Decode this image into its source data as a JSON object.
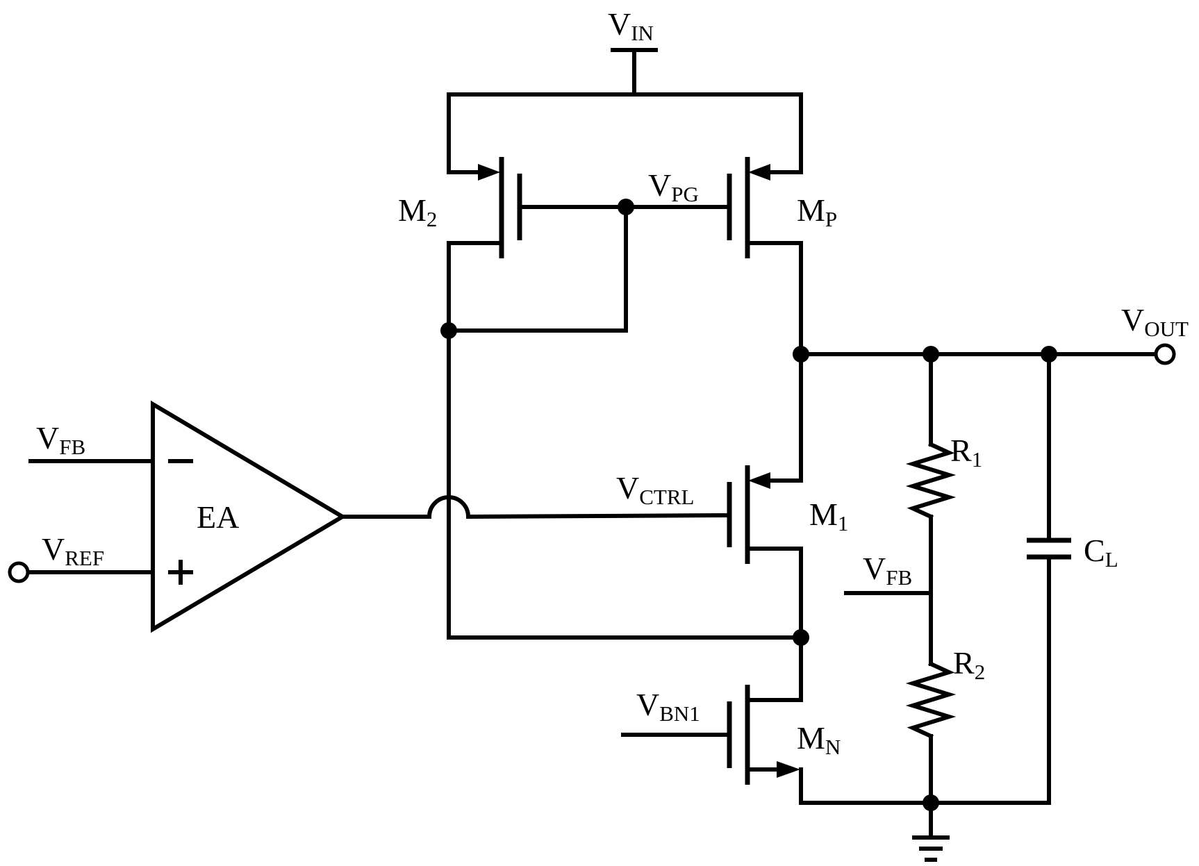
{
  "labels": {
    "vin": {
      "base": "V",
      "sub": "IN"
    },
    "vpg": {
      "base": "V",
      "sub": "PG"
    },
    "m2": {
      "base": "M",
      "sub": "2"
    },
    "mp": {
      "base": "M",
      "sub": "P"
    },
    "vout": {
      "base": "V",
      "sub": "OUT"
    },
    "vfb_in": {
      "base": "V",
      "sub": "FB"
    },
    "vref": {
      "base": "V",
      "sub": "REF"
    },
    "ea": "EA",
    "vctrl": {
      "base": "V",
      "sub": "CTRL"
    },
    "m1": {
      "base": "M",
      "sub": "1"
    },
    "r1": {
      "base": "R",
      "sub": "1"
    },
    "vfb_div": {
      "base": "V",
      "sub": "FB"
    },
    "cl": {
      "base": "C",
      "sub": "L"
    },
    "r2": {
      "base": "R",
      "sub": "2"
    },
    "vbn1": {
      "base": "V",
      "sub": "BN1"
    },
    "mn": {
      "base": "M",
      "sub": "N"
    }
  },
  "ea_inputs": {
    "inverting": "−",
    "non_inverting": "+"
  }
}
